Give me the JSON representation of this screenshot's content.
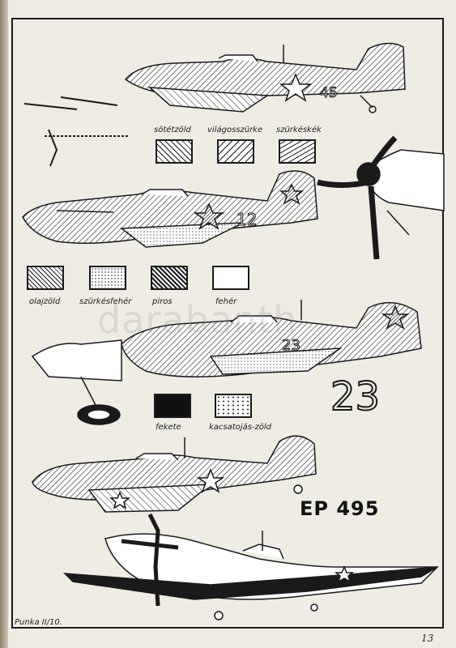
{
  "legend_row1": [
    {
      "label": "sötétzöld",
      "pattern": "hatch-a"
    },
    {
      "label": "világosszürke",
      "pattern": "hatch-b"
    },
    {
      "label": "szürkéskék",
      "pattern": "hatch-c"
    }
  ],
  "legend_row2": [
    {
      "label": "olajzöld",
      "pattern": "hatch-d"
    },
    {
      "label": "szürkésfehér",
      "pattern": "dots"
    },
    {
      "label": "piros",
      "pattern": "hatch-e"
    },
    {
      "label": "fehér",
      "pattern": "solid-white"
    }
  ],
  "legend_row3": [
    {
      "label": "fekete",
      "pattern": "solid-black"
    },
    {
      "label": "kacsatojás-zöld",
      "pattern": "camo"
    }
  ],
  "markings": {
    "plane1_number": "45",
    "plane2_number": "12",
    "plane3_number": "23",
    "big_number": "23",
    "serial": "EP 495"
  },
  "watermark": "darabanth",
  "credit": "Punka II/10.",
  "page_number": "13"
}
